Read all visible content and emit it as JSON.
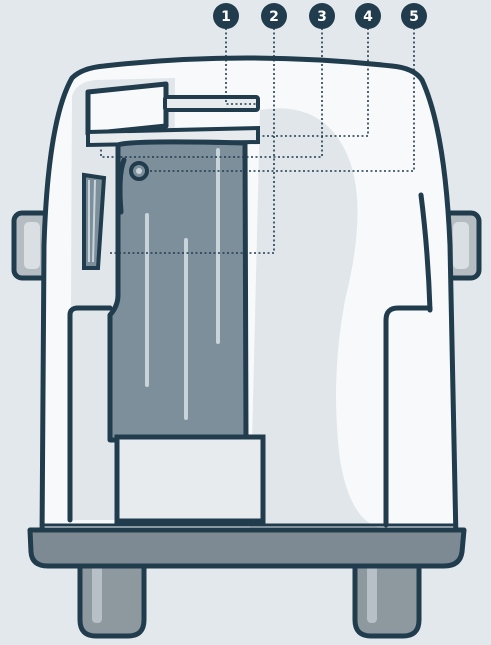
{
  "colors": {
    "background": "#e3e8ec",
    "outline": "#213c4d",
    "body_fill": "#f7f9fa",
    "glass_tint": "#dde3e8",
    "tank": "#7d8f9b",
    "tank_highlight": "#c9d3da",
    "box": "#e7ebee",
    "bumper": "#7d8a93",
    "wheel": "#8d989f",
    "mirror": "#b5bdc3",
    "marker_fill": "#213c4d",
    "marker_text": "#ffffff"
  },
  "markers": [
    {
      "number": "1",
      "part": "sliding-rail"
    },
    {
      "number": "2",
      "part": "tank"
    },
    {
      "number": "3",
      "part": "lower-rail"
    },
    {
      "number": "4",
      "part": "upper-shelf"
    },
    {
      "number": "5",
      "part": "valve"
    }
  ]
}
